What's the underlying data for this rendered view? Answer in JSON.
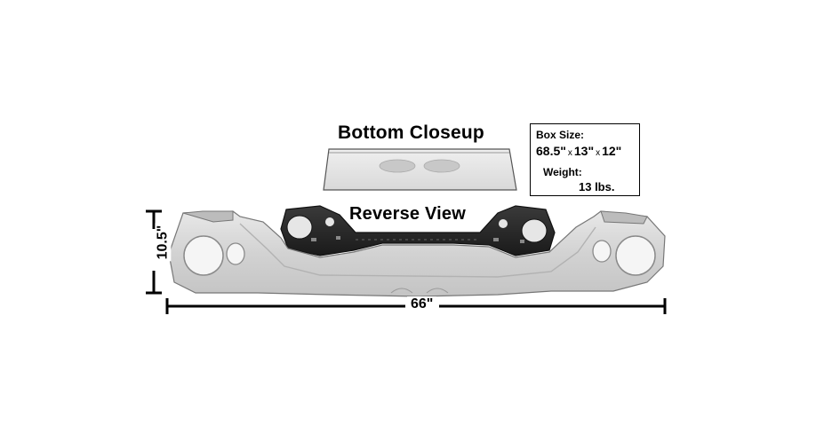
{
  "labels": {
    "bottom_closeup": "Bottom Closeup",
    "reverse_view": "Reverse View"
  },
  "box_info": {
    "box_size_label": "Box Size:",
    "dim_length": "68.5\"",
    "dim_width": "13\"",
    "dim_height": "12\"",
    "times": "x",
    "weight_label": "Weight:",
    "weight_value": "13 lbs."
  },
  "dimensions": {
    "height": "10.5\"",
    "width": "66\""
  }
}
